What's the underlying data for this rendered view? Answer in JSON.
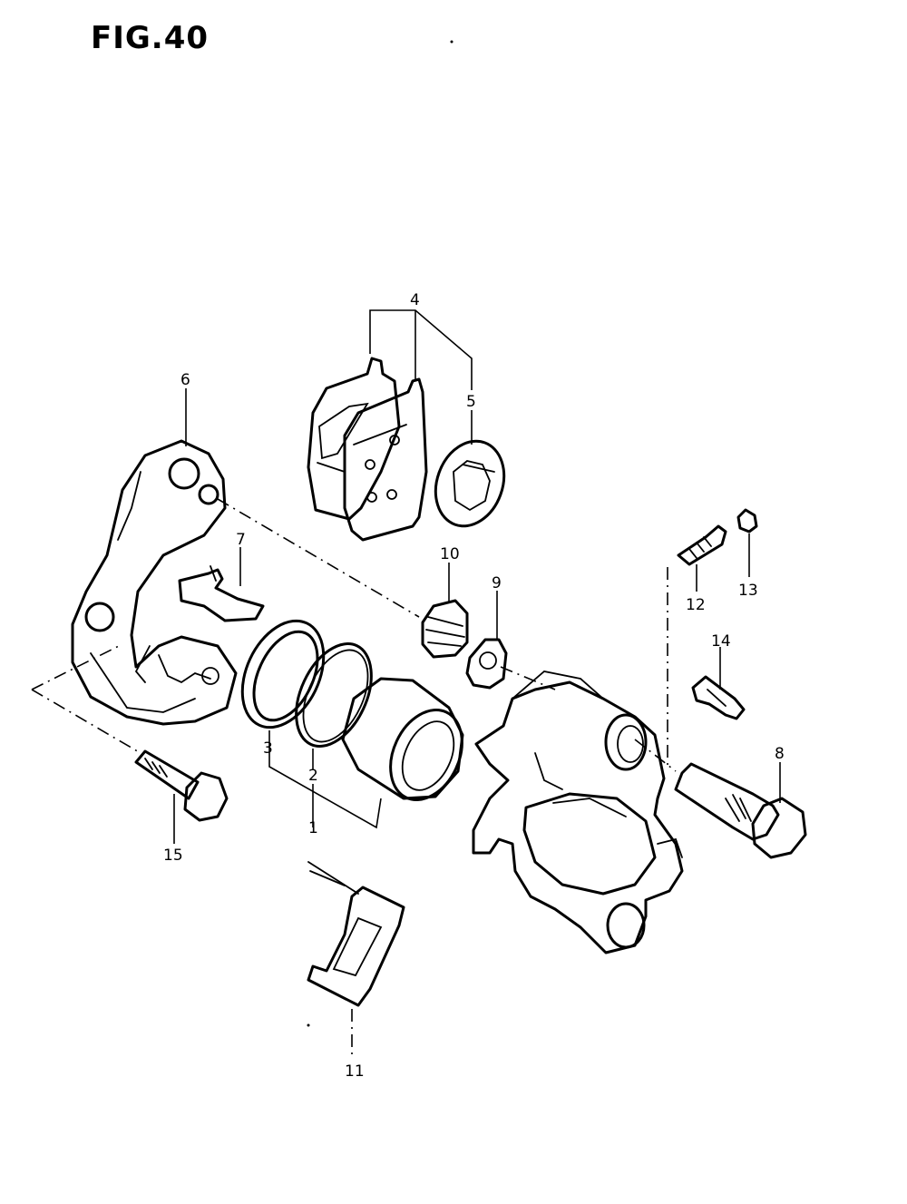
{
  "figure": {
    "title": "FIG.40"
  },
  "callouts": {
    "c1": "1",
    "c2": "2",
    "c3": "3",
    "c4": "4",
    "c5": "5",
    "c6": "6",
    "c7": "7",
    "c8": "8",
    "c9": "9",
    "c10": "10",
    "c11": "11",
    "c12": "12",
    "c13": "13",
    "c14": "14",
    "c15": "15"
  }
}
